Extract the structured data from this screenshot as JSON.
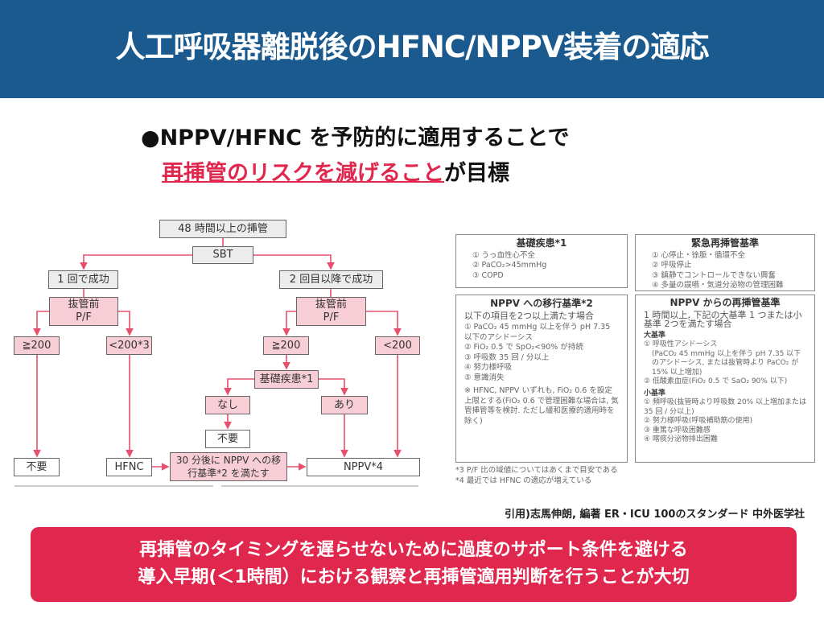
{
  "header": {
    "title": "人工呼吸器離脱後のHFNC/NPPV装着の適応"
  },
  "lead": {
    "bullet": "●",
    "line1": "NPPV/HFNC を予防的に適用することで",
    "line2_red": "再挿管のリスクを減げること",
    "line2_rest": "が目標"
  },
  "flow": {
    "start": "48 時間以上の挿管",
    "sbt": "SBT",
    "once": "1 回で成功",
    "twice": "2 回目以降で成功",
    "pf_l": "抜管前 P/F",
    "pf_r": "抜管前 P/F",
    "ge200_l": "≧200",
    "lt200_l": "<200*3",
    "ge200_r": "≧200",
    "lt200_r": "<200",
    "disease": "基礎疾患*1",
    "none": "なし",
    "present": "あり",
    "unneeded_mid": "不要",
    "unneeded_l": "不要",
    "hfnc": "HFNC",
    "criteria": "30 分後に NPPV への移行基準*2 を満たす",
    "nppv": "NPPV*4"
  },
  "panels": {
    "disease": {
      "title": "基礎疾患*1",
      "items": [
        "① うっ血性心不全",
        "② PaCO₂>45mmHg",
        "③ COPD"
      ]
    },
    "emergency": {
      "title": "緊急再挿管基準",
      "items": [
        "① 心停止・徐脈・循環不全",
        "② 呼吸停止",
        "③ 鎮静でコントロールできない興奮",
        "④ 多量の誤嚥・気道分泌物の管理困難"
      ]
    },
    "transition": {
      "title": "NPPV への移行基準*2",
      "sub": "以下の項目を2つ以上満たす場合",
      "items": [
        "① PaCO₂ 45 mmHg 以上を伴う pH 7.35 以下のアシドーシス",
        "② FiO₂ 0.5 で SpO₂<90% が持続",
        "③ 呼吸数 35 回 / 分以上",
        "④ 努力様呼吸",
        "⑤ 意識消失"
      ],
      "note": "※ HFNC, NPPV いずれも, FiO₂ 0.6 を設定上限とする(FiO₂ 0.6 で管理困難な場合は, 気管挿管等を検討. ただし緩和医療的適用時を除く)"
    },
    "reintubation": {
      "title": "NPPV からの再挿管基準",
      "sub": "1 時間以上, 下記の大基準 1 つまたは小基準 2つを満たす場合",
      "major_label": "大基準",
      "major": [
        "① 呼吸性アシドーシス",
        "(PaCO₂ 45 mmHg 以上を伴う pH 7.35 以下のアシドーシス, または抜管時より PaCO₂ が 15% 以上増加)",
        "② 低酸素血症(FiO₂ 0.5 で SaO₂ 90% 以下)"
      ],
      "minor_label": "小基準",
      "minor": [
        "① 頻呼吸(抜管時より呼吸数 20% 以上増加または 35 回 / 分以上)",
        "② 努力様呼吸(呼吸補助筋の使用)",
        "③ 重篤な呼吸困難感",
        "④ 喀痰分泌物排出困難"
      ]
    }
  },
  "footnotes": [
    "*3 P/F 比の域値についてはあくまで目安である",
    "*4 最近では HFNC の適応が増えている"
  ],
  "citation": "引用)志馬伸朗, 編著 ER・ICU 100のスタンダード 中外医学社",
  "banner": {
    "line1": "再挿管のタイミングを遅らせないために過度のサポート条件を避ける",
    "line2": "導入早期(＜1時間）における観察と再挿管適用判断を行うことが大切"
  },
  "colors": {
    "header": "#1b5a8e",
    "accent": "#e0284f",
    "pink": "#f7cdd6"
  }
}
